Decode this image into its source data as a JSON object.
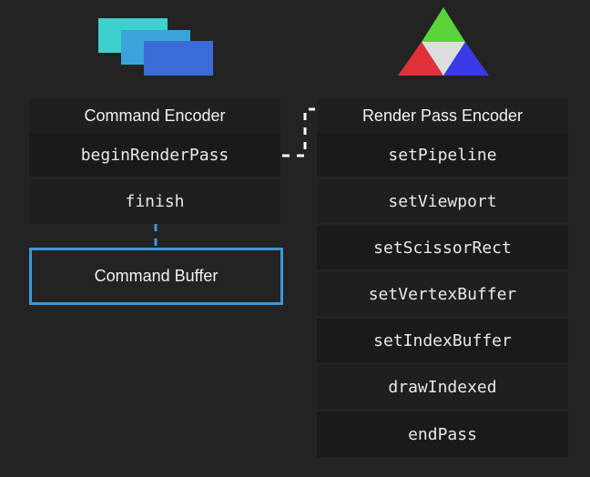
{
  "command_encoder": {
    "title": "Command Encoder",
    "methods": [
      "beginRenderPass",
      "finish"
    ]
  },
  "command_buffer": {
    "label": "Command Buffer"
  },
  "render_pass_encoder": {
    "title": "Render Pass Encoder",
    "methods": [
      "setPipeline",
      "setViewport",
      "setScissorRect",
      "setVertexBuffer",
      "setIndexBuffer",
      "drawIndexed",
      "endPass"
    ]
  },
  "colors": {
    "background": "#232323",
    "row_dark": "#1a1a1a",
    "row_light": "#1f1f1f",
    "buffer_border": "#3a9ad9",
    "connector_white": "#ffffff",
    "connector_blue": "#3a9ad9",
    "stack_cyan": "#3ecfcf",
    "stack_mid": "#3aa3dc",
    "stack_blue": "#3a6bd6",
    "tri_green": "#5bd43a",
    "tri_red": "#e0303a",
    "tri_blue": "#3a3ae8",
    "tri_center": "#dddddd"
  },
  "icons": [
    "command-buffers-stack-icon",
    "rgb-triangle-icon"
  ]
}
